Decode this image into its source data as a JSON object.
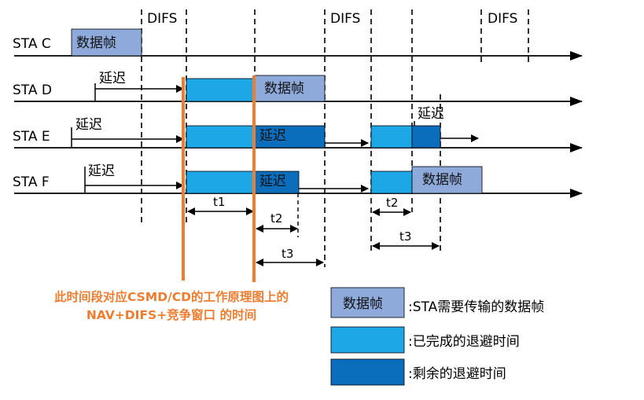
{
  "difs_label": "DIFS",
  "delay_label": "延迟",
  "frame_label": "数据帧",
  "stations": [
    {
      "name": "STA C"
    },
    {
      "name": "STA D"
    },
    {
      "name": "STA E"
    },
    {
      "name": "STA F"
    }
  ],
  "intervals": [
    {
      "label": "t1"
    },
    {
      "label": "t2"
    },
    {
      "label": "t3"
    },
    {
      "label": "t2"
    },
    {
      "label": "t3"
    }
  ],
  "annotation": {
    "line1": "此时间段对应CSMD/CD的工作原理图上的",
    "line2": "NAV+DIFS+竞争窗口 的时间"
  },
  "legend": [
    {
      "label": "数据帧",
      "text": ":STA需要传输的数据帧",
      "color": "#8eaadb"
    },
    {
      "label": "",
      "text": ":已完成的退避时间",
      "color": "#1ea7e6"
    },
    {
      "label": "",
      "text": ":剩余的退避时间",
      "color": "#0a6ebd"
    }
  ],
  "colors": {
    "frame": "#8eaadb",
    "completed_backoff": "#1ea7e6",
    "remaining_backoff": "#0a6ebd",
    "highlight": "#ed7d31"
  }
}
